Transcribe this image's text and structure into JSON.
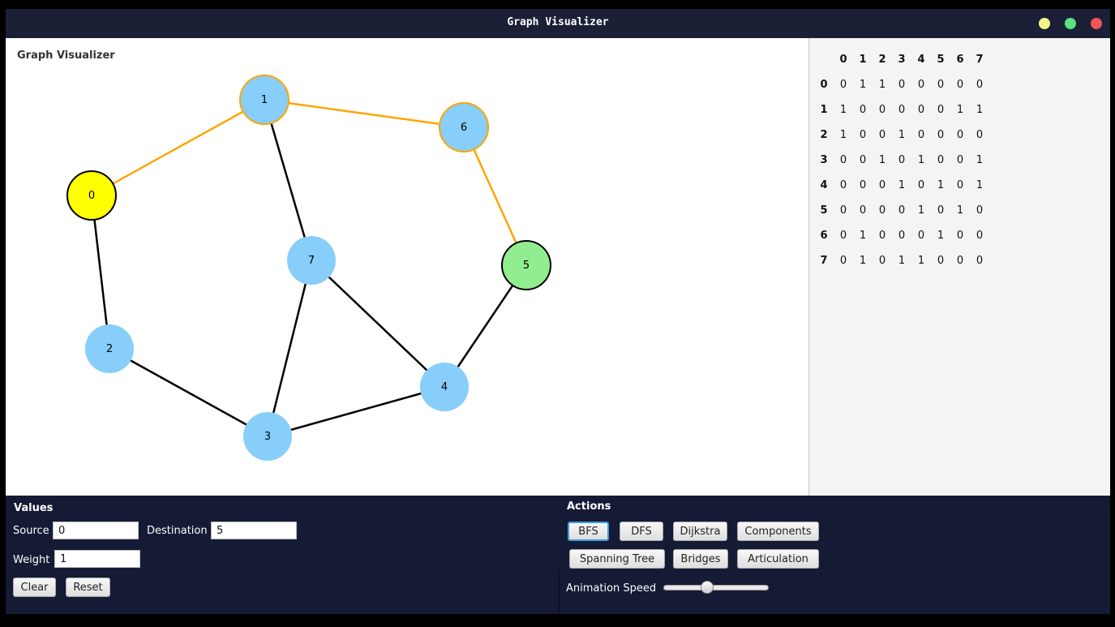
{
  "window": {
    "title": "Graph Visualizer",
    "controls": [
      {
        "name": "minimize-button",
        "color": "#f5f58a"
      },
      {
        "name": "maximize-button",
        "color": "#5be37f"
      },
      {
        "name": "close-button",
        "color": "#f2555a"
      }
    ]
  },
  "canvas": {
    "title": "Graph Visualizer",
    "colors": {
      "node_default": "#87cefa",
      "node_source": "#ffff00",
      "node_destination": "#90ee90",
      "edge_default": "#000000",
      "edge_path": "#ffa500"
    },
    "nodes": [
      {
        "id": "0",
        "state": "source"
      },
      {
        "id": "1",
        "state": "path"
      },
      {
        "id": "2",
        "state": "default"
      },
      {
        "id": "3",
        "state": "default"
      },
      {
        "id": "4",
        "state": "default"
      },
      {
        "id": "5",
        "state": "destination"
      },
      {
        "id": "6",
        "state": "path"
      },
      {
        "id": "7",
        "state": "default"
      }
    ],
    "edges": [
      {
        "from": "0",
        "to": "1",
        "state": "path"
      },
      {
        "from": "1",
        "to": "6",
        "state": "path"
      },
      {
        "from": "6",
        "to": "5",
        "state": "path"
      },
      {
        "from": "0",
        "to": "2",
        "state": "default"
      },
      {
        "from": "1",
        "to": "7",
        "state": "default"
      },
      {
        "from": "2",
        "to": "3",
        "state": "default"
      },
      {
        "from": "3",
        "to": "4",
        "state": "default"
      },
      {
        "from": "3",
        "to": "7",
        "state": "default"
      },
      {
        "from": "4",
        "to": "7",
        "state": "default"
      },
      {
        "from": "4",
        "to": "5",
        "state": "default"
      }
    ]
  },
  "matrix": {
    "headers": [
      "0",
      "1",
      "2",
      "3",
      "4",
      "5",
      "6",
      "7"
    ],
    "rows": [
      {
        "label": "0",
        "cells": [
          "0",
          "1",
          "1",
          "0",
          "0",
          "0",
          "0",
          "0"
        ]
      },
      {
        "label": "1",
        "cells": [
          "1",
          "0",
          "0",
          "0",
          "0",
          "0",
          "1",
          "1"
        ]
      },
      {
        "label": "2",
        "cells": [
          "1",
          "0",
          "0",
          "1",
          "0",
          "0",
          "0",
          "0"
        ]
      },
      {
        "label": "3",
        "cells": [
          "0",
          "0",
          "1",
          "0",
          "1",
          "0",
          "0",
          "1"
        ]
      },
      {
        "label": "4",
        "cells": [
          "0",
          "0",
          "0",
          "1",
          "0",
          "1",
          "0",
          "1"
        ]
      },
      {
        "label": "5",
        "cells": [
          "0",
          "0",
          "0",
          "0",
          "1",
          "0",
          "1",
          "0"
        ]
      },
      {
        "label": "6",
        "cells": [
          "0",
          "1",
          "0",
          "0",
          "0",
          "1",
          "0",
          "0"
        ]
      },
      {
        "label": "7",
        "cells": [
          "0",
          "1",
          "0",
          "1",
          "1",
          "0",
          "0",
          "0"
        ]
      }
    ]
  },
  "values": {
    "title": "Values",
    "source_label": "Source",
    "source_value": "0",
    "destination_label": "Destination",
    "destination_value": "5",
    "weight_label": "Weight",
    "weight_value": "1",
    "clear_label": "Clear",
    "reset_label": "Reset"
  },
  "actions": {
    "title": "Actions",
    "bfs": "BFS",
    "dfs": "DFS",
    "dijkstra": "Dijkstra",
    "components": "Components",
    "spanning_tree": "Spanning Tree",
    "bridges": "Bridges",
    "articulation": "Articulation",
    "speed_label": "Animation Speed",
    "speed_value": 0.4
  }
}
